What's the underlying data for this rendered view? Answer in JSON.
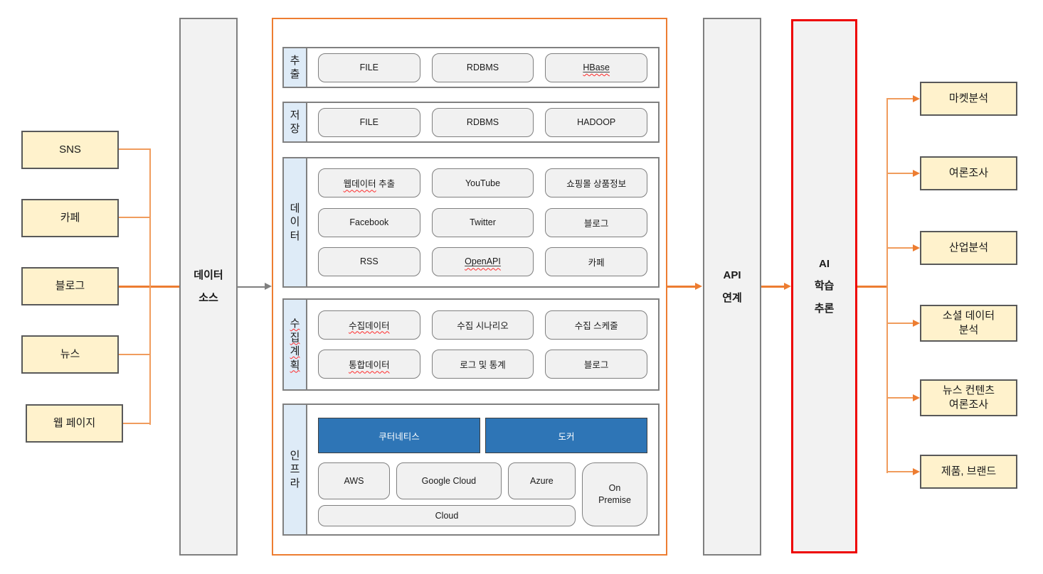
{
  "colors": {
    "accent_orange": "#ED7D31",
    "connector_orange": "#F09C5D",
    "terminal_yellow": "#FFF2CC",
    "terminal_border": "#595959",
    "pillar_gray": "#F2F2F2",
    "pillar_border": "#7F7F7F",
    "section_border": "#808080",
    "label_strip_blue": "#DEEBF7",
    "chip_gray": "#F1F1F1",
    "infra_blue": "#2E75B6",
    "ai_border_red": "#EE0000",
    "spellcheck_red": "#FF2A2A"
  },
  "left_sources": [
    "SNS",
    "카페",
    "블로그",
    "뉴스",
    "웹 페이지"
  ],
  "pillars": {
    "data_source": "데이터\n소스",
    "api": "API\n연계",
    "ai": "AI\n학습\n추론"
  },
  "sections": {
    "extract": {
      "label": "추\n출",
      "items": [
        "FILE",
        "RDBMS",
        "HBase"
      ]
    },
    "store": {
      "label": "저\n장",
      "items": [
        "FILE",
        "RDBMS",
        "HADOOP"
      ]
    },
    "data": {
      "label": "데\n이\n터",
      "row1": {
        "c1_wavy": "웹데이터",
        "c1_rest": " 추출",
        "c2": "YouTube",
        "c3": "쇼핑몰 상품정보"
      },
      "row2": [
        "Facebook",
        "Twitter",
        "블로그"
      ],
      "row3": [
        "RSS",
        "OpenAPI",
        "카페"
      ]
    },
    "plan": {
      "label": "수\n집\n계\n획",
      "row1": [
        "수집데이터",
        "수집 시나리오",
        "수집 스케줄"
      ],
      "row2": [
        "통합데이터",
        "로그 및 통계",
        "블로그"
      ]
    },
    "infra": {
      "label": "인\n프\n라",
      "blue": [
        "쿠터네티스",
        "도커"
      ],
      "cloud_row": [
        "AWS",
        "Google Cloud",
        "Azure"
      ],
      "on_premise": "On\nPremise",
      "cloud_wide": "Cloud"
    }
  },
  "outputs": [
    "마켓분석",
    "여론조사",
    "산업분석",
    "소셜 데이터\n분석",
    "뉴스 컨텐츠\n여론조사",
    "제품, 브랜드"
  ]
}
